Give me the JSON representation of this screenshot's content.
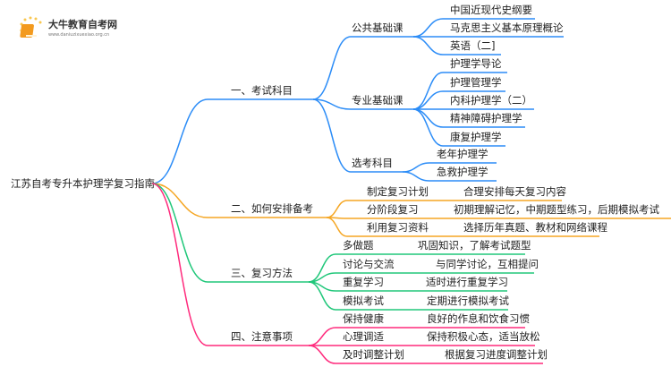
{
  "logo": {
    "title": "大牛教育自考网",
    "url": "www.daniuzixuexiao.org.cn"
  },
  "root": "江苏自考专升本护理学复习指南",
  "colors": {
    "blue": "#2b8cf7",
    "orange": "#f5a623",
    "green": "#20c77a",
    "pink": "#ff2a7c"
  },
  "branches": [
    {
      "label": "一、考试科目",
      "children": [
        {
          "label": "公共基础课",
          "children": [
            "中国近现代史纲要",
            "马克思主义基本原理概论",
            "英语（二]"
          ]
        },
        {
          "label": "专业基础课",
          "children": [
            "护理学导论",
            "护理管理学",
            "内科护理学（二）",
            "精神障碍护理学",
            "康复护理学"
          ]
        },
        {
          "label": "选考科目",
          "children": [
            "老年护理学",
            "急救护理学"
          ]
        }
      ]
    },
    {
      "label": "二、如何安排备考",
      "children": [
        {
          "label": "制定复习计划",
          "desc": "合理安排每天复习内容"
        },
        {
          "label": "分阶段复习",
          "desc": "初期理解记忆，中期题型练习，后期模拟考试"
        },
        {
          "label": "利用复习资料",
          "desc": "选择历年真题、教材和网络课程"
        }
      ]
    },
    {
      "label": "三、复习方法",
      "children": [
        {
          "label": "多做题",
          "desc": "巩固知识，了解考试题型"
        },
        {
          "label": "讨论与交流",
          "desc": "与同学讨论，互相提问"
        },
        {
          "label": "重复学习",
          "desc": "适时进行重复学习"
        },
        {
          "label": "模拟考试",
          "desc": "定期进行模拟考试"
        }
      ]
    },
    {
      "label": "四、注意事项",
      "children": [
        {
          "label": "保持健康",
          "desc": "良好的作息和饮食习惯"
        },
        {
          "label": "心理调适",
          "desc": "保持积极心态，适当放松"
        },
        {
          "label": "及时调整计划",
          "desc": "根据复习进度调整计划"
        }
      ]
    }
  ]
}
